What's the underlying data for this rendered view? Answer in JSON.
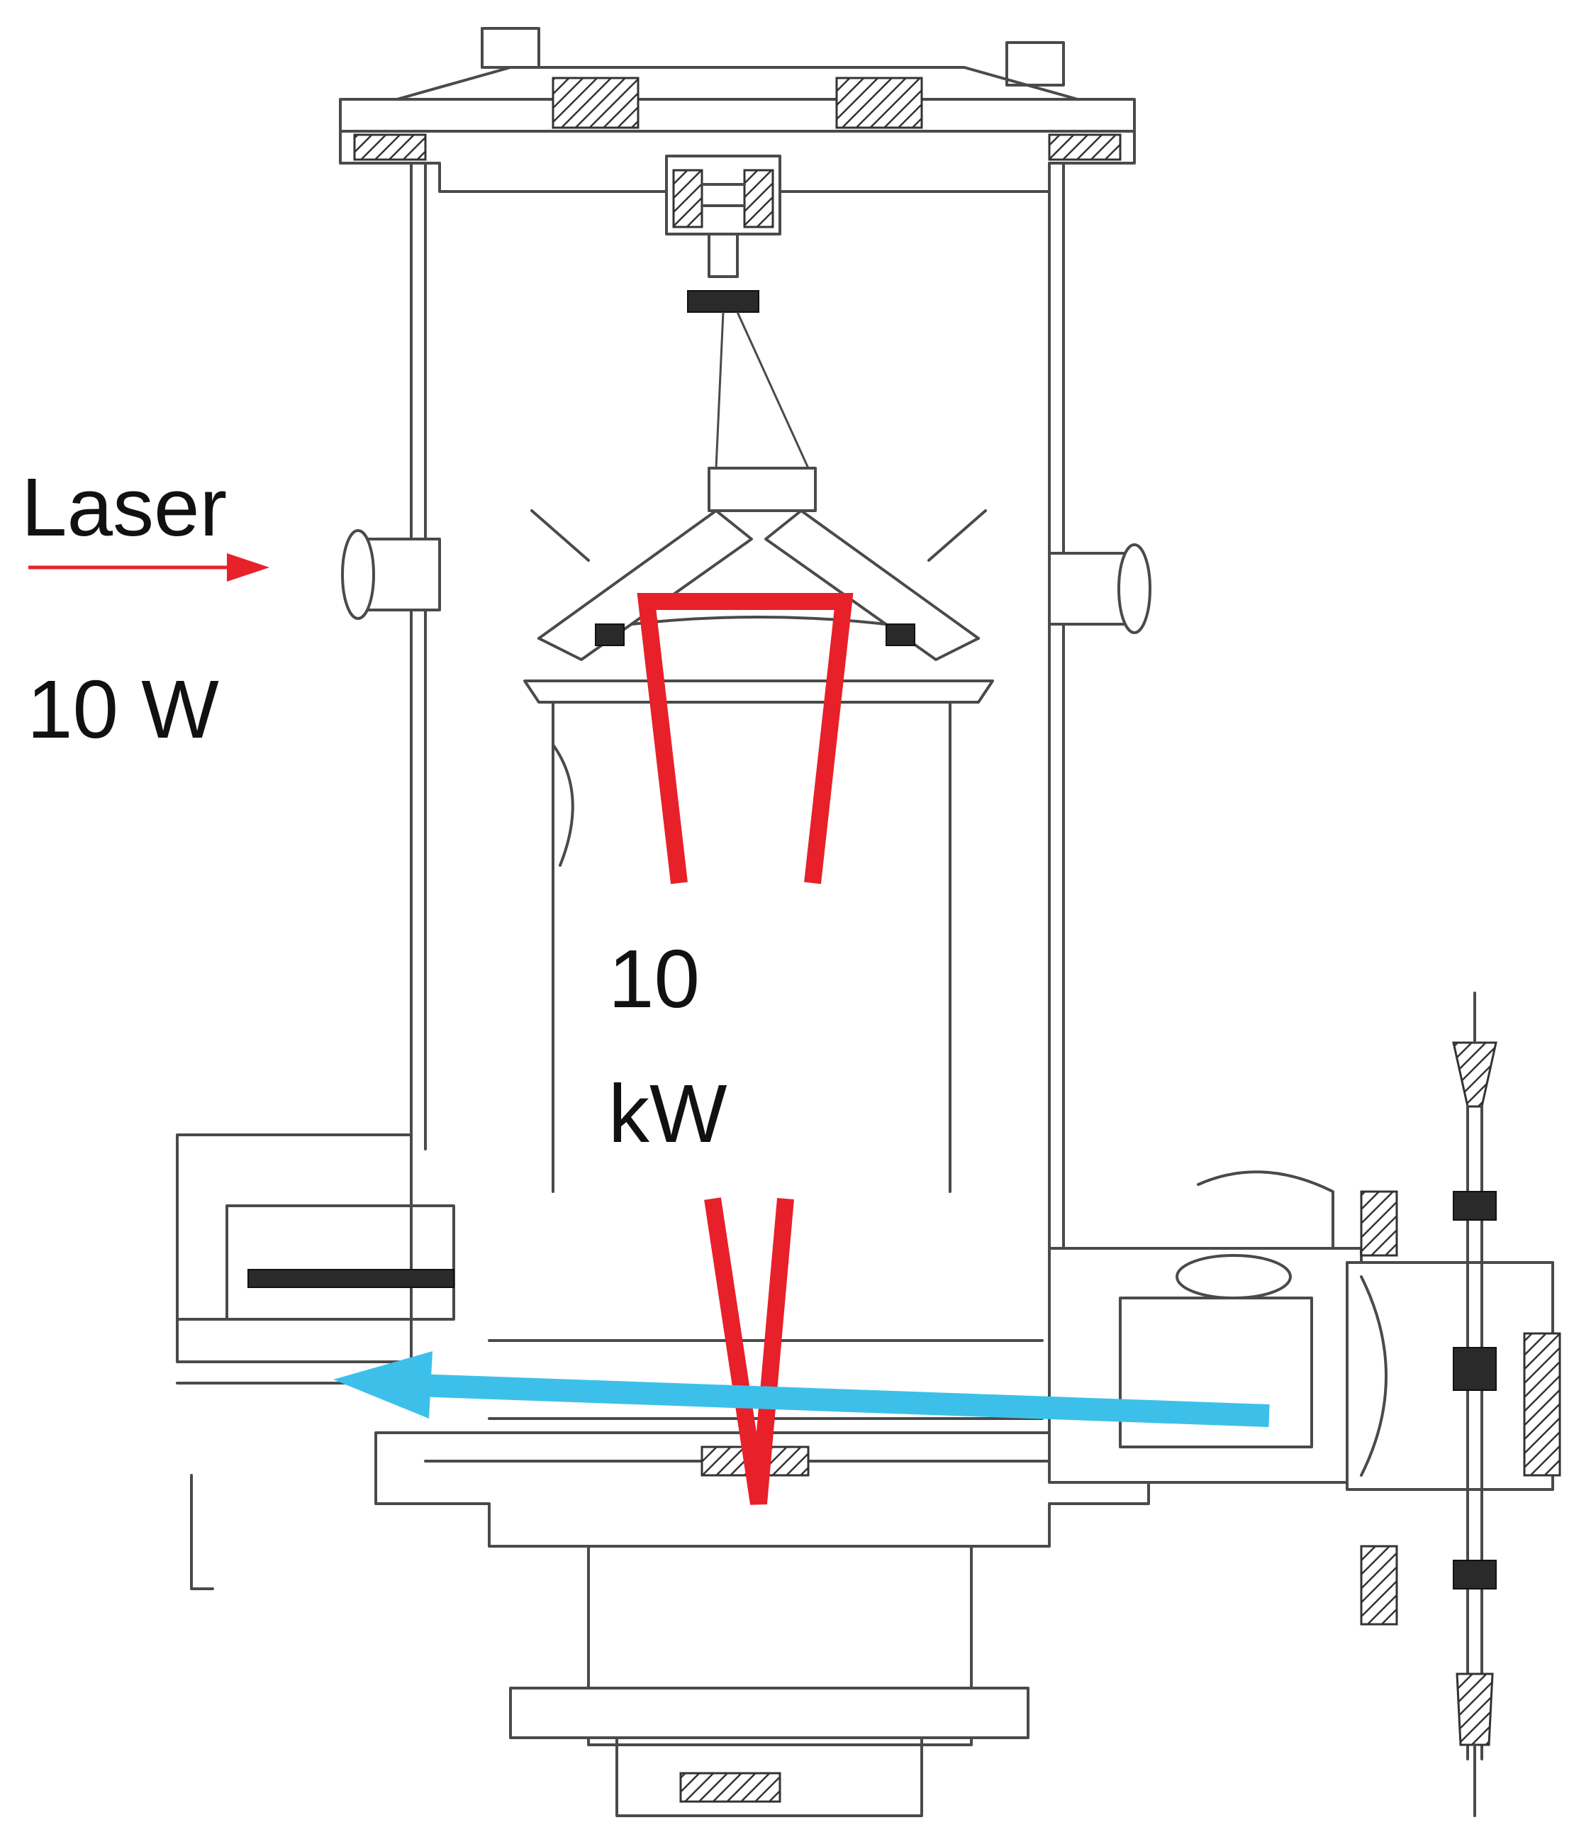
{
  "labels": {
    "laser": "Laser",
    "input_power": "10 W",
    "cavity_power_line1": "10",
    "cavity_power_line2": "kW"
  },
  "colors": {
    "laser_beam": "#e8202a",
    "particle_beam": "#3cc0ea",
    "drawing": "#4a4a4a",
    "background": "#ffffff"
  }
}
